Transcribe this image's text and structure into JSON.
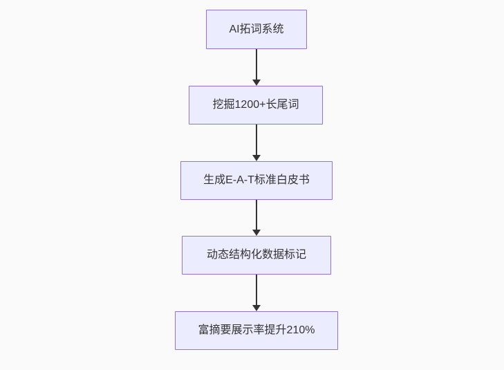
{
  "diagram": {
    "type": "flowchart",
    "direction": "top-down",
    "nodes": [
      {
        "id": 1,
        "label": "AI拓词系统"
      },
      {
        "id": 2,
        "label": "挖掘1200+长尾词"
      },
      {
        "id": 3,
        "label": "生成E-A-T标准白皮书"
      },
      {
        "id": 4,
        "label": "动态结构化数据标记"
      },
      {
        "id": 5,
        "label": "富摘要展示率提升210%"
      }
    ],
    "edges": [
      {
        "from": 1,
        "to": 2
      },
      {
        "from": 2,
        "to": 3
      },
      {
        "from": 3,
        "to": 4
      },
      {
        "from": 4,
        "to": 5
      }
    ],
    "colors": {
      "node_fill": "#ECECFF",
      "node_border": "#9370DB",
      "arrow": "#333333",
      "text": "#333333",
      "background": "#FAFAFA"
    }
  }
}
